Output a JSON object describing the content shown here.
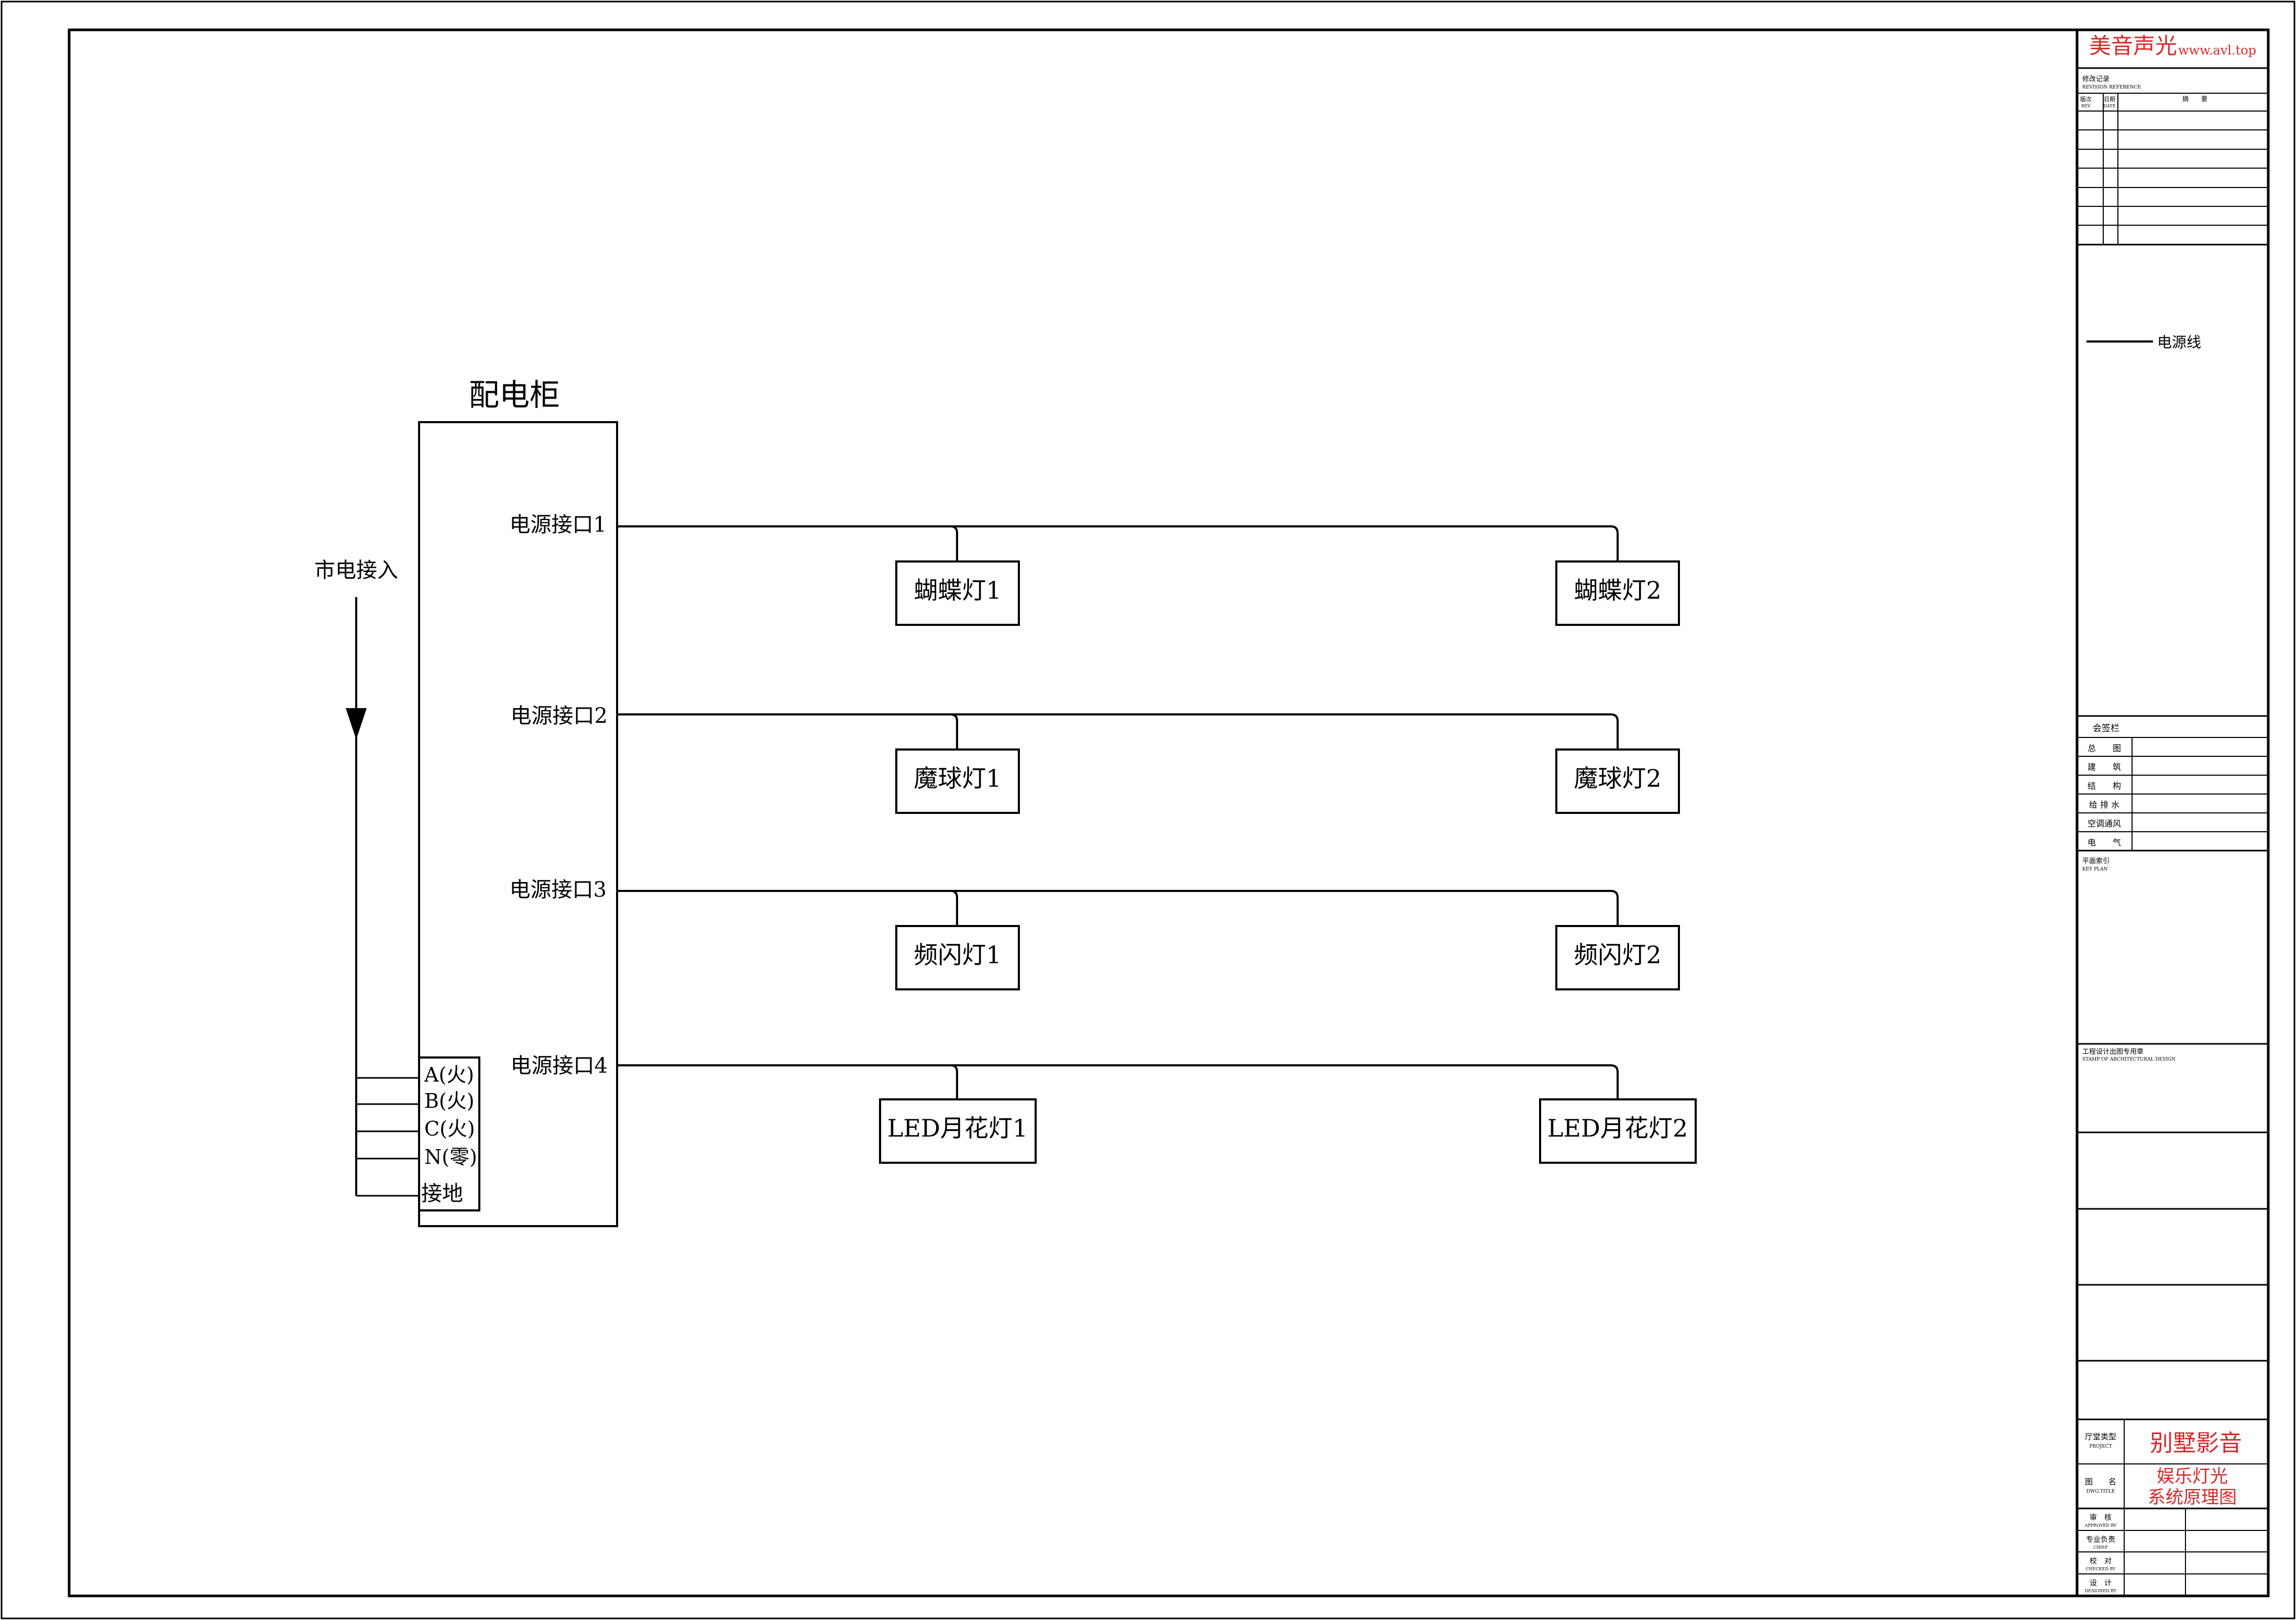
{
  "colors": {
    "accent_red": "#d42a2a",
    "line": "#000000"
  },
  "cabinet": {
    "title": "配电柜",
    "ports": [
      "电源接口1",
      "电源接口2",
      "电源接口3",
      "电源接口4"
    ],
    "terminals": [
      "A(火)",
      "B(火)",
      "C(火)",
      "N(零)",
      "接地"
    ]
  },
  "mains_label": "市电接入",
  "circuits": [
    {
      "left": "蝴蝶灯1",
      "right": "蝴蝶灯2"
    },
    {
      "left": "魔球灯1",
      "right": "魔球灯2"
    },
    {
      "left": "频闪灯1",
      "right": "频闪灯2"
    },
    {
      "left": "LED月花灯1",
      "right": "LED月花灯2"
    }
  ],
  "title_block": {
    "brand": "美音声光",
    "site": "www.avl.top",
    "revision_heading": "修改记录",
    "revision_heading_en": "REVISION REFERENCE",
    "rev_col": "版次",
    "rev_col_en": "REV",
    "date_col": "日期",
    "date_col_en": "DATE",
    "desc_col": "摘　　要",
    "legend_label": "电源线",
    "sign_heading": "会签栏",
    "sign_rows": [
      "总　　图",
      "建　　筑",
      "结　　构",
      "给 排 水",
      "空调通风",
      "电　　气"
    ],
    "keyplan": "平面索引",
    "keyplan_en": "KEY PLAN",
    "stamp": "工程设计出图专用章",
    "stamp_en": "STAMP OF ARCHITECTURAL DESIGN",
    "project_label": "厅堂类型",
    "project_label_en": "PROJECT",
    "project_value": "别墅影音",
    "drawing_label": "图　　名",
    "drawing_label_en": "DWG.TITLE",
    "drawing_value_1": "娱乐灯光",
    "drawing_value_2": "系统原理图",
    "approvals": [
      {
        "cn": "审　核",
        "en": "APPROVED BY"
      },
      {
        "cn": "专业负责",
        "en": "CHIEF"
      },
      {
        "cn": "校　对",
        "en": "CHECKED BY"
      },
      {
        "cn": "设　计",
        "en": "DESIGNED BY"
      }
    ]
  }
}
